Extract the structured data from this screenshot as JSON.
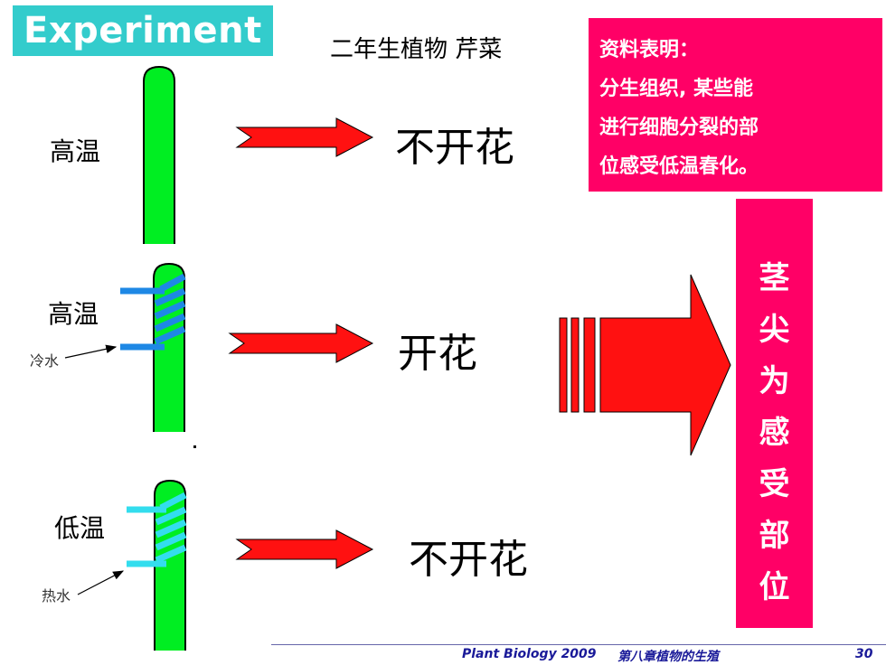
{
  "header": {
    "badge": "Experiment",
    "title": "二年生植物 芹菜"
  },
  "note": {
    "lines": [
      "资料表明：",
      "分生组织, 某些能",
      "进行细胞分裂的部",
      "位感受低温春化。"
    ]
  },
  "conclusion": {
    "chars": [
      "茎",
      "尖",
      "为",
      "感",
      "受",
      "部",
      "位"
    ]
  },
  "experiments": [
    {
      "condition": "高温",
      "result": "不开花"
    },
    {
      "condition": "高温",
      "coil_label": "冷水",
      "result": "开花"
    },
    {
      "condition": "低温",
      "coil_label": "热水",
      "result": "不开花"
    }
  ],
  "footer": {
    "course": "Plant Biology  2009",
    "chapter": "第八章植物的生殖",
    "page": "30"
  },
  "colors": {
    "badge": "#33cccc",
    "note_bg": "#ff0066",
    "stem": "#00ee22",
    "arrow": "#ff1111",
    "cold_coil": "#1e88e5",
    "hot_coil": "#33ddee"
  }
}
